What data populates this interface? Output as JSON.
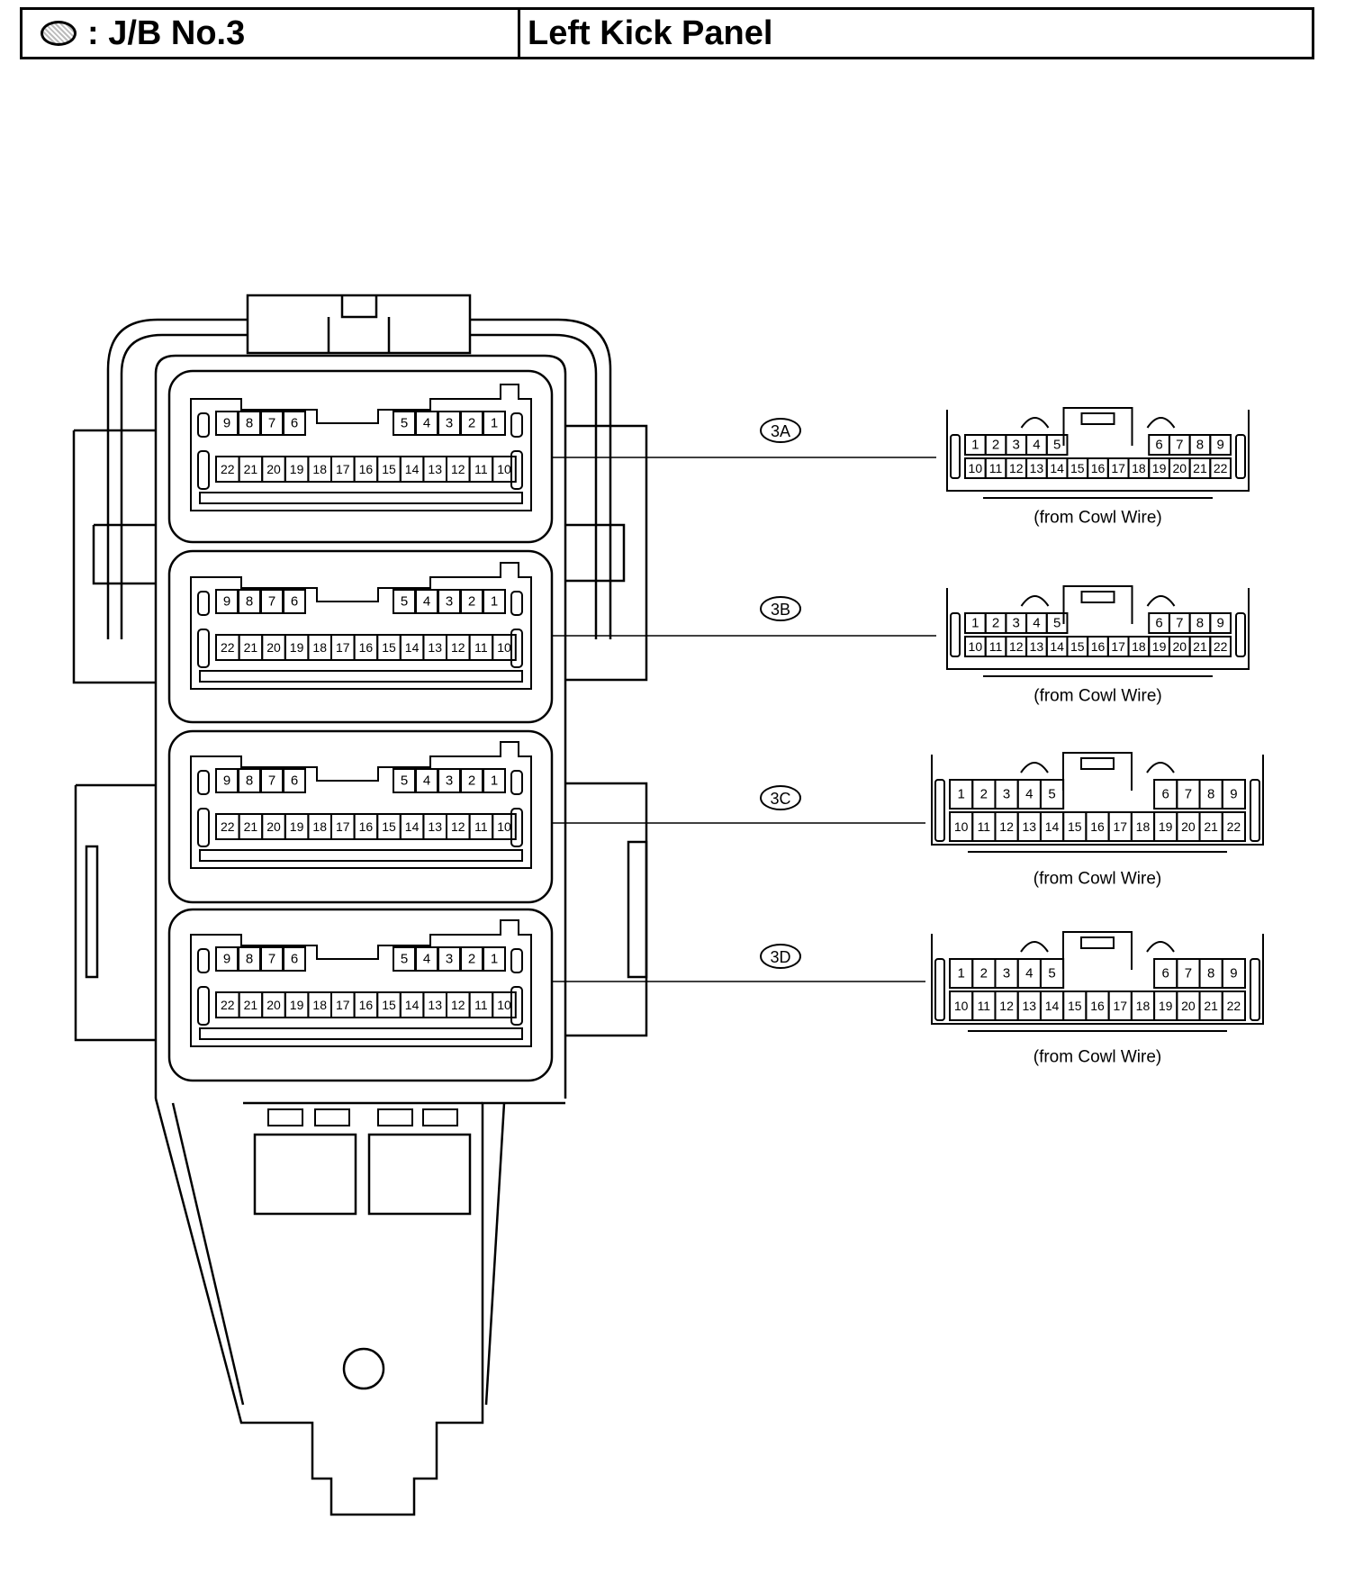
{
  "header": {
    "junction_block": ": J/B No.3",
    "location": "Left Kick Panel",
    "icon": "junction-block-icon"
  },
  "connectors": [
    {
      "id": "3A",
      "label": "3A",
      "source": "(from Cowl Wire)"
    },
    {
      "id": "3B",
      "label": "3B",
      "source": "(from Cowl Wire)"
    },
    {
      "id": "3C",
      "label": "3C",
      "source": "(from Cowl Wire)"
    },
    {
      "id": "3D",
      "label": "3D",
      "source": "(from Cowl Wire)"
    }
  ],
  "block_pins": {
    "top_left": [
      "9",
      "8",
      "7",
      "6"
    ],
    "top_right": [
      "5",
      "4",
      "3",
      "2",
      "1"
    ],
    "bottom": [
      "22",
      "21",
      "20",
      "19",
      "18",
      "17",
      "16",
      "15",
      "14",
      "13",
      "12",
      "11",
      "10"
    ]
  },
  "connector_pins": {
    "top_left": [
      "1",
      "2",
      "3",
      "4",
      "5"
    ],
    "top_right": [
      "6",
      "7",
      "8",
      "9"
    ],
    "bottom": [
      "10",
      "11",
      "12",
      "13",
      "14",
      "15",
      "16",
      "17",
      "18",
      "19",
      "20",
      "21",
      "22"
    ]
  }
}
